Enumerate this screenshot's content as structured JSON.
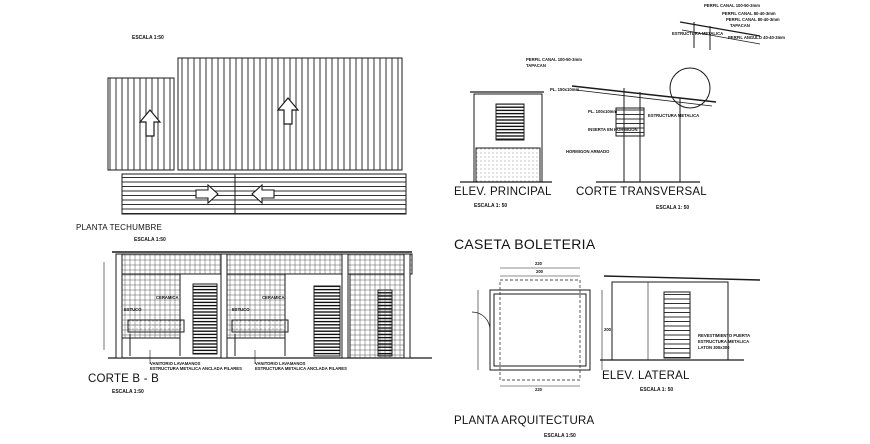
{
  "sheet": {
    "title": "CASETA BOLETERIA",
    "colors": {
      "ink": "#1a1a1a",
      "paper": "#ffffff"
    }
  },
  "views": {
    "planta_techumbre": {
      "title": "PLANTA TECHUMBRE",
      "scale_top": "ESCALA 1:50",
      "scale": "ESCALA 1:50"
    },
    "corte_bb": {
      "title": "CORTE B - B",
      "scale": "ESCALA 1:50",
      "notes": [
        "CERAMICA",
        "CERAMICA",
        "ESTUCO",
        "ESTUCO",
        "VANITORIO LAVAMANOS",
        "ESTRUCTURA METALICA ANCLADA PILARES",
        "VANITORIO LAVAMANOS",
        "ESTRUCTURA METALICA ANCLADA PILARES"
      ]
    },
    "elev_principal": {
      "title": "ELEV. PRINCIPAL",
      "scale": "ESCALA 1: 50"
    },
    "corte_transversal": {
      "title": "CORTE TRANSVERSAL",
      "scale": "ESCALA 1: 50",
      "notes": [
        "PERFIL CANAL 100-50-3mm",
        "TAPACAN",
        "PL. 150x10mm",
        "PL. 100x10mm",
        "ESTRUCTURA METALICA",
        "INSERTA EN HORMIGON",
        "HORMIGON ARMADO"
      ],
      "detail_notes": [
        "PERFIL CANAL 100-50-3mm",
        "PERFIL CANAL 80-40-3mm",
        "PERFIL CANAL 80-40-3mm",
        "TAPACAN",
        "PERFIL ANGULO 40-40-3mm",
        "ESTRUCTURA METALICA"
      ]
    },
    "planta_arquitectura": {
      "title": "PLANTA ARQUITECTURA",
      "scale": "ESCALA 1:50",
      "dims": [
        "220",
        "200",
        "220",
        "200"
      ]
    },
    "elev_lateral": {
      "title": "ELEV. LATERAL",
      "scale": "ESCALA 1: 50",
      "notes": [
        "REVESTIMIENTO PUERTA",
        "ESTRUCTURA METALICA",
        "LATON 300x300"
      ]
    }
  }
}
